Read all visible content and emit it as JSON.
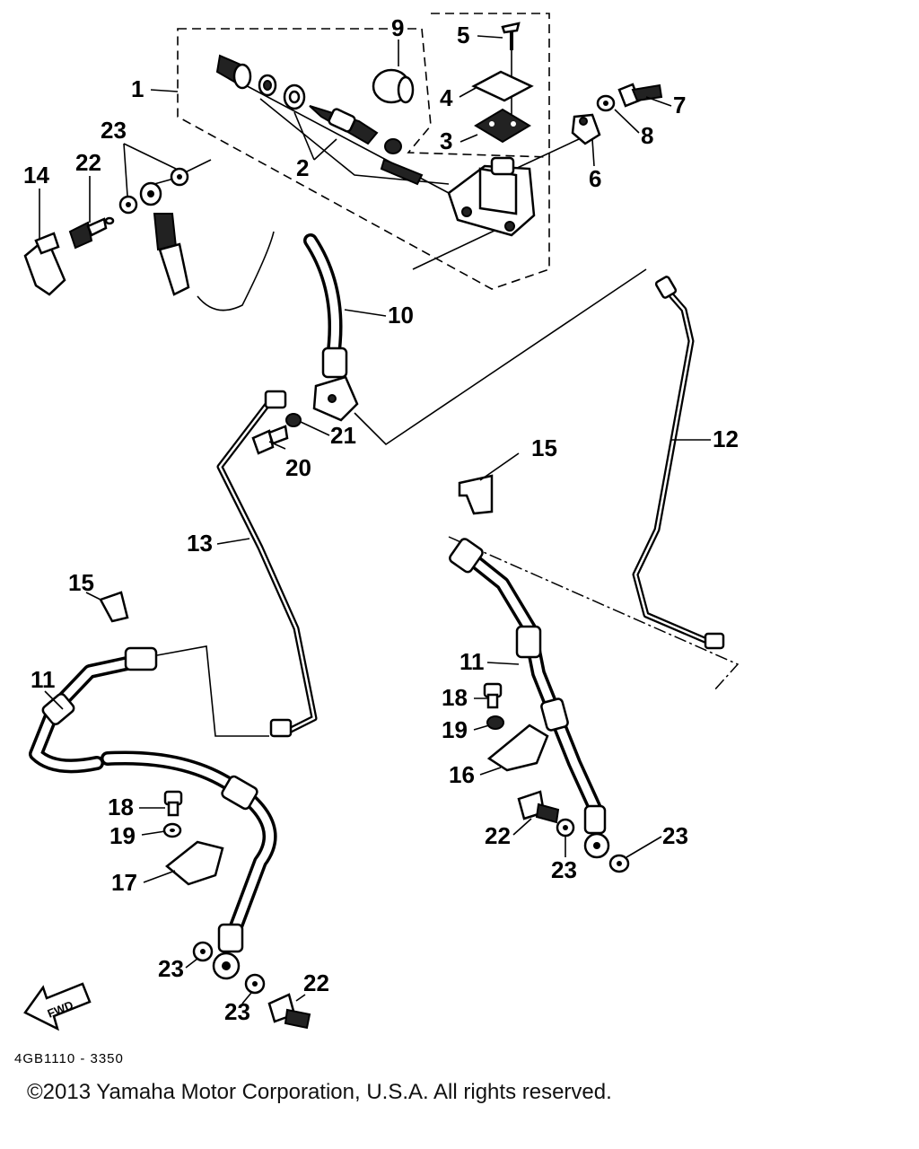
{
  "callouts": {
    "c1": "1",
    "c2": "2",
    "c3": "3",
    "c4": "4",
    "c5": "5",
    "c6": "6",
    "c7": "7",
    "c8": "8",
    "c9": "9",
    "c10": "10",
    "c11a": "11",
    "c11b": "11",
    "c12": "12",
    "c13": "13",
    "c14": "14",
    "c15a": "15",
    "c15b": "15",
    "c16": "16",
    "c17": "17",
    "c18a": "18",
    "c18b": "18",
    "c19a": "19",
    "c19b": "19",
    "c20": "20",
    "c21": "21",
    "c22a": "22",
    "c22b": "22",
    "c22c": "22",
    "c23a": "23",
    "c23b": "23",
    "c23c": "23",
    "c23d": "23",
    "c23e": "23"
  },
  "drawing_code": "4GB1110 - 3350",
  "badge_text": "FWD",
  "copyright": "©2013 Yamaha Motor Corporation, U.S.A. All rights reserved."
}
